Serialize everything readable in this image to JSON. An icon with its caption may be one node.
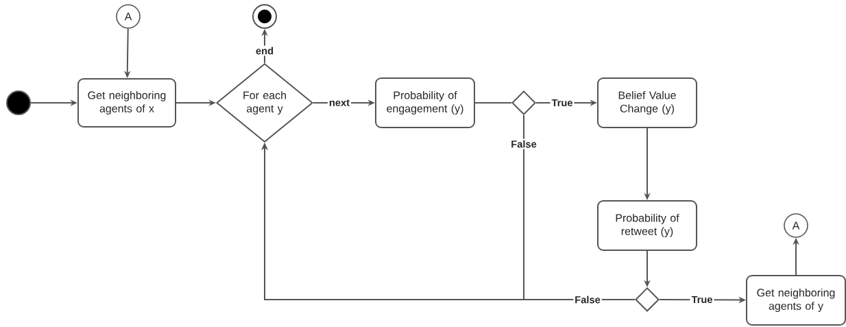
{
  "diagram": {
    "nodes": [
      {
        "text": [],
        "shape": "circle"
      },
      {
        "text": [
          "Get neighboring agents of x"
        ]
      },
      {
        "text": [
          "A"
        ]
      },
      {
        "text": [
          "For each agent y"
        ]
      },
      {
        "text": [],
        "shape": "circle"
      },
      {
        "text": [
          "Probability of engagement (y)"
        ]
      },
      {
        "text": [],
        "shape": "diamond"
      },
      {
        "text": [
          "Belief Value Change (y)"
        ]
      },
      {
        "text": [
          "Probability of retweet (y)"
        ]
      },
      {
        "text": [],
        "shape": "diamond"
      },
      {
        "text": [
          "Get neighboring agents of y"
        ]
      },
      {
        "text": [
          "A"
        ]
      }
    ],
    "edges": [
      {
        "from": 0,
        "to": 1,
        "arrow": "to"
      },
      {
        "from": 2,
        "to": 1,
        "arrow": "to"
      },
      {
        "from": 1,
        "to": 3,
        "arrow": "to"
      },
      {
        "from": 3,
        "to": 4,
        "arrow": "to",
        "label": "end"
      },
      {
        "from": 3,
        "to": 5,
        "arrow": "to",
        "label": "next"
      },
      {
        "from": 5,
        "to": 6,
        "arrow": "none"
      },
      {
        "from": 6,
        "to": 7,
        "arrow": "to",
        "label": "True"
      },
      {
        "from": 6,
        "to": 3,
        "arrow": "to",
        "label": "False"
      },
      {
        "from": 7,
        "to": 8,
        "arrow": "to"
      },
      {
        "from": 8,
        "to": 9,
        "arrow": "to"
      },
      {
        "from": 9,
        "to": 3,
        "arrow": "to",
        "label": "False"
      },
      {
        "from": 9,
        "to": 10,
        "arrow": "to",
        "label": "True"
      },
      {
        "from": 10,
        "to": 11,
        "arrow": "to"
      }
    ]
  }
}
